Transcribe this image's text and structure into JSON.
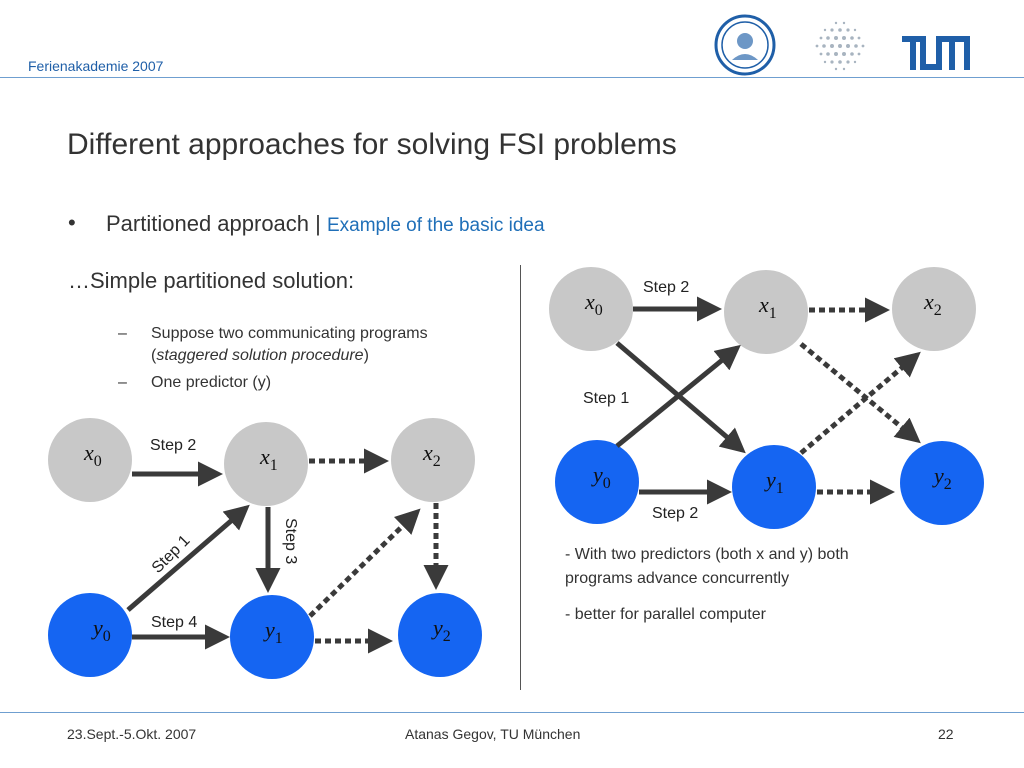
{
  "header": {
    "label": "Ferienakademie 2007"
  },
  "title": "Different approaches for solving FSI problems",
  "bullet": {
    "marker": "•",
    "main": "Partitioned approach | ",
    "sub": "Example of the basic idea"
  },
  "left": {
    "subtitle": "…Simple partitioned solution:",
    "items": [
      {
        "dash": "–",
        "line1": "Suppose two communicating programs",
        "line2_open": "(",
        "line2_italic": "staggered solution procedure",
        "line2_close": ")"
      },
      {
        "dash": "–",
        "line1": "One predictor (y)"
      }
    ],
    "diagram": {
      "nodes": {
        "x0": {
          "var": "x",
          "idx": "0"
        },
        "x1": {
          "var": "x",
          "idx": "1"
        },
        "x2": {
          "var": "x",
          "idx": "2"
        },
        "y0": {
          "var": "y",
          "idx": "0"
        },
        "y1": {
          "var": "y",
          "idx": "1"
        },
        "y2": {
          "var": "y",
          "idx": "2"
        }
      },
      "step1": "Step 1",
      "step2": "Step 2",
      "step3": "Step 3",
      "step4": "Step 4"
    }
  },
  "right": {
    "diagram": {
      "nodes": {
        "x0": {
          "var": "x",
          "idx": "0"
        },
        "x1": {
          "var": "x",
          "idx": "1"
        },
        "x2": {
          "var": "x",
          "idx": "2"
        },
        "y0": {
          "var": "y",
          "idx": "0"
        },
        "y1": {
          "var": "y",
          "idx": "1"
        },
        "y2": {
          "var": "y",
          "idx": "2"
        }
      },
      "step2_top": "Step 2",
      "step1": "Step 1",
      "step2_bottom": "Step 2"
    },
    "notes": [
      {
        "line1": "- With two predictors (both x and y) both",
        "line2": "programs advance concurrently"
      },
      {
        "line1": "- better for parallel computer"
      }
    ]
  },
  "footer": {
    "date": "23.Sept.-5.Okt. 2007",
    "author": "Atanas Gegov, TU München",
    "page": "22"
  },
  "colors": {
    "accent": "#1f5fa8",
    "node_x": "#c8c8c8",
    "node_y": "#1565f2",
    "arrow": "#3a3a3a"
  }
}
